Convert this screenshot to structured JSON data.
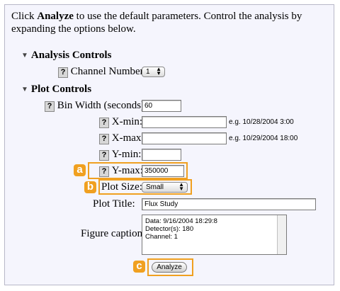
{
  "intro": {
    "prefix": "Click ",
    "bold": "Analyze",
    "suffix": " to use the default parameters. Control the analysis by expanding the options below."
  },
  "help_glyph": "?",
  "sections": {
    "analysis": {
      "title": "Analysis Controls",
      "toggle_icon": "triangle-down"
    },
    "plot": {
      "title": "Plot Controls",
      "toggle_icon": "triangle-down"
    }
  },
  "fields": {
    "channel_number": {
      "label": "Channel Number:",
      "value": "1"
    },
    "bin_width": {
      "label": "Bin Width (seconds):",
      "value": "60"
    },
    "x_min": {
      "label": "X-min:",
      "value": "",
      "hint": "e.g. 10/28/2004 3:00"
    },
    "x_max": {
      "label": "X-max:",
      "value": "",
      "hint": "e.g. 10/29/2004 18:00"
    },
    "y_min": {
      "label": "Y-min:",
      "value": ""
    },
    "y_max": {
      "label": "Y-max:",
      "value": "350000"
    },
    "plot_size": {
      "label": "Plot Size:",
      "value": "Small"
    },
    "plot_title": {
      "label": "Plot Title:",
      "value": "Flux Study"
    },
    "figure_caption": {
      "label": "Figure caption:",
      "lines": [
        "Data: 9/16/2004 18:29:8",
        "Detector(s): 180",
        "Channel: 1"
      ]
    }
  },
  "analyze_button": "Analyze",
  "annotations": {
    "a": "a",
    "b": "b",
    "c": "c"
  },
  "colors": {
    "highlight": "#f0a020",
    "panel_bg": "#f5f5fd"
  }
}
